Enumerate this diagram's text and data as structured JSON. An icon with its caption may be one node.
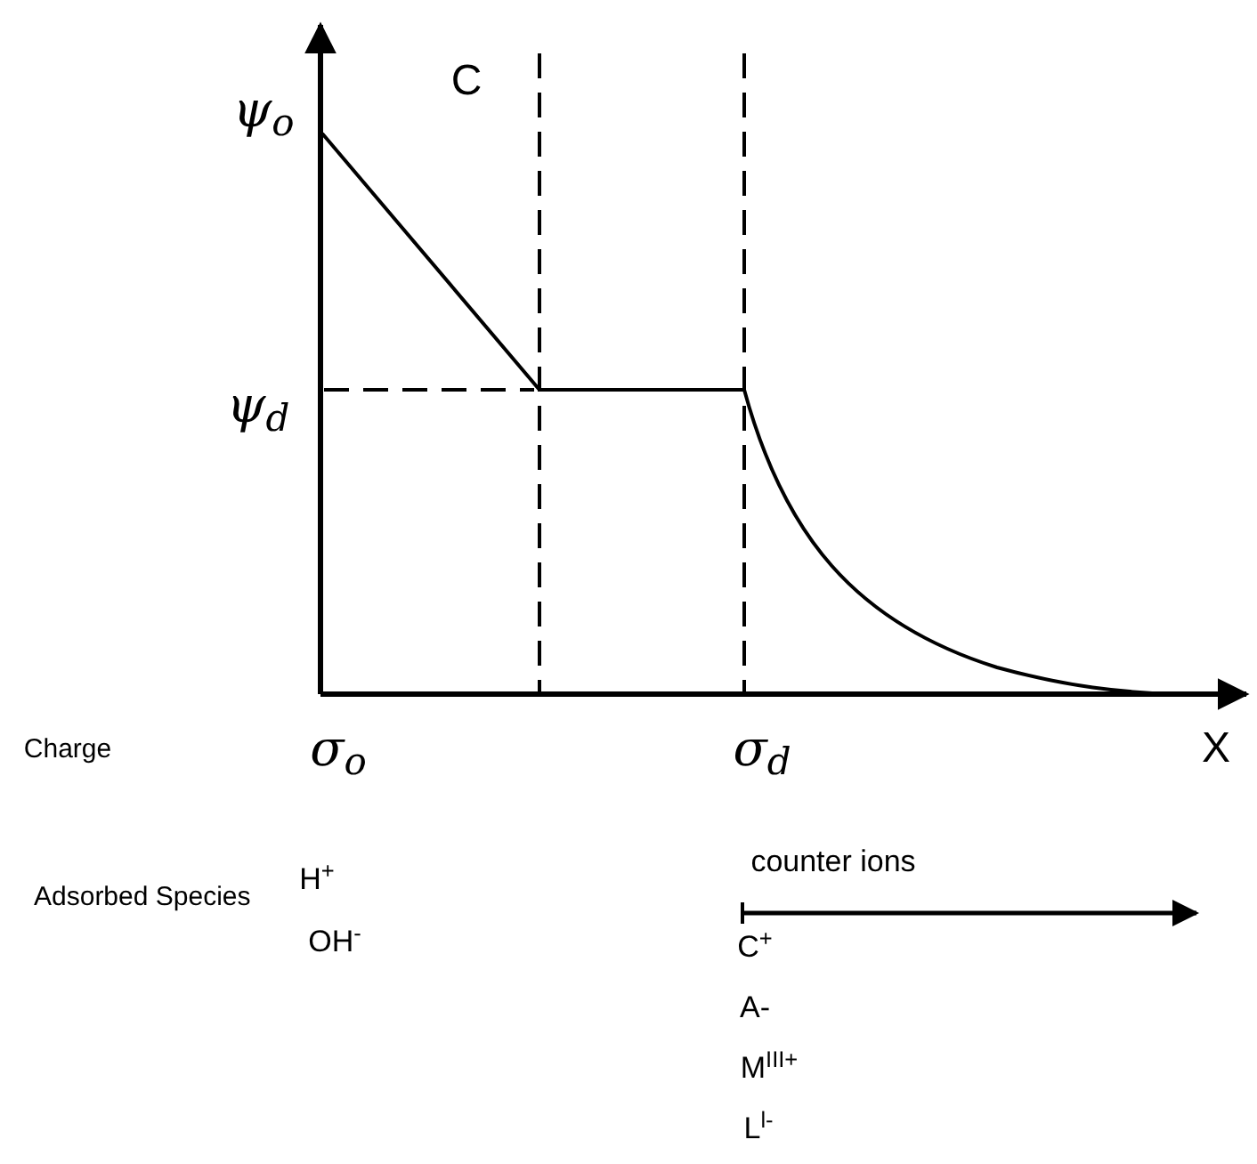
{
  "diagram": {
    "labels": [
      "ψ$_{o}$",
      "C",
      "ψ$_{d}$",
      "Charge",
      "σ$_{o}$",
      "σ$_{d}$",
      "X",
      "Adsorbed Species",
      "H$^{+}$",
      "OH$^{-}$",
      "counter ions",
      "C$^{+}$",
      "A-",
      "M$^{III+}$",
      "L$^{l-}$"
    ]
  }
}
